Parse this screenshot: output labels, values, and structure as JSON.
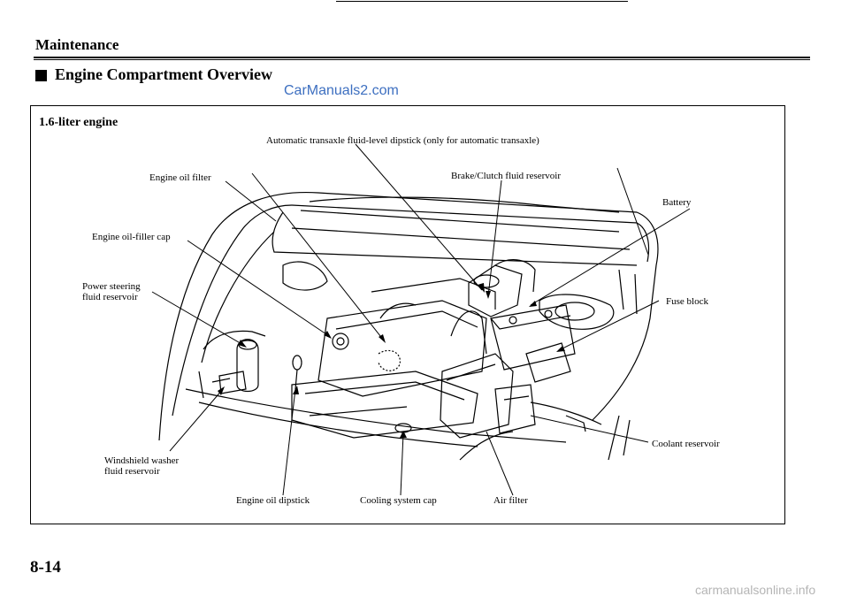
{
  "header": {
    "section": "Maintenance",
    "title": "Engine Compartment Overview"
  },
  "watermark_top": "CarManuals2.com",
  "figure": {
    "subtitle": "1.6-liter engine",
    "labels": {
      "atf_dipstick": "Automatic transaxle fluid-level dipstick (only for automatic transaxle)",
      "oil_filter": "Engine oil filter",
      "brake_reservoir": "Brake/Clutch fluid reservoir",
      "battery": "Battery",
      "oil_filler_cap": "Engine oil-filler cap",
      "power_steering_1": "Power steering",
      "power_steering_2": "fluid reservoir",
      "fuse_block": "Fuse block",
      "washer_1": "Windshield washer",
      "washer_2": "fluid reservoir",
      "coolant": "Coolant reservoir",
      "oil_dipstick": "Engine oil dipstick",
      "cooling_cap": "Cooling system cap",
      "air_filter": "Air filter"
    }
  },
  "footer": {
    "page_number": "8-14",
    "watermark": "carmanualsonline.info"
  }
}
